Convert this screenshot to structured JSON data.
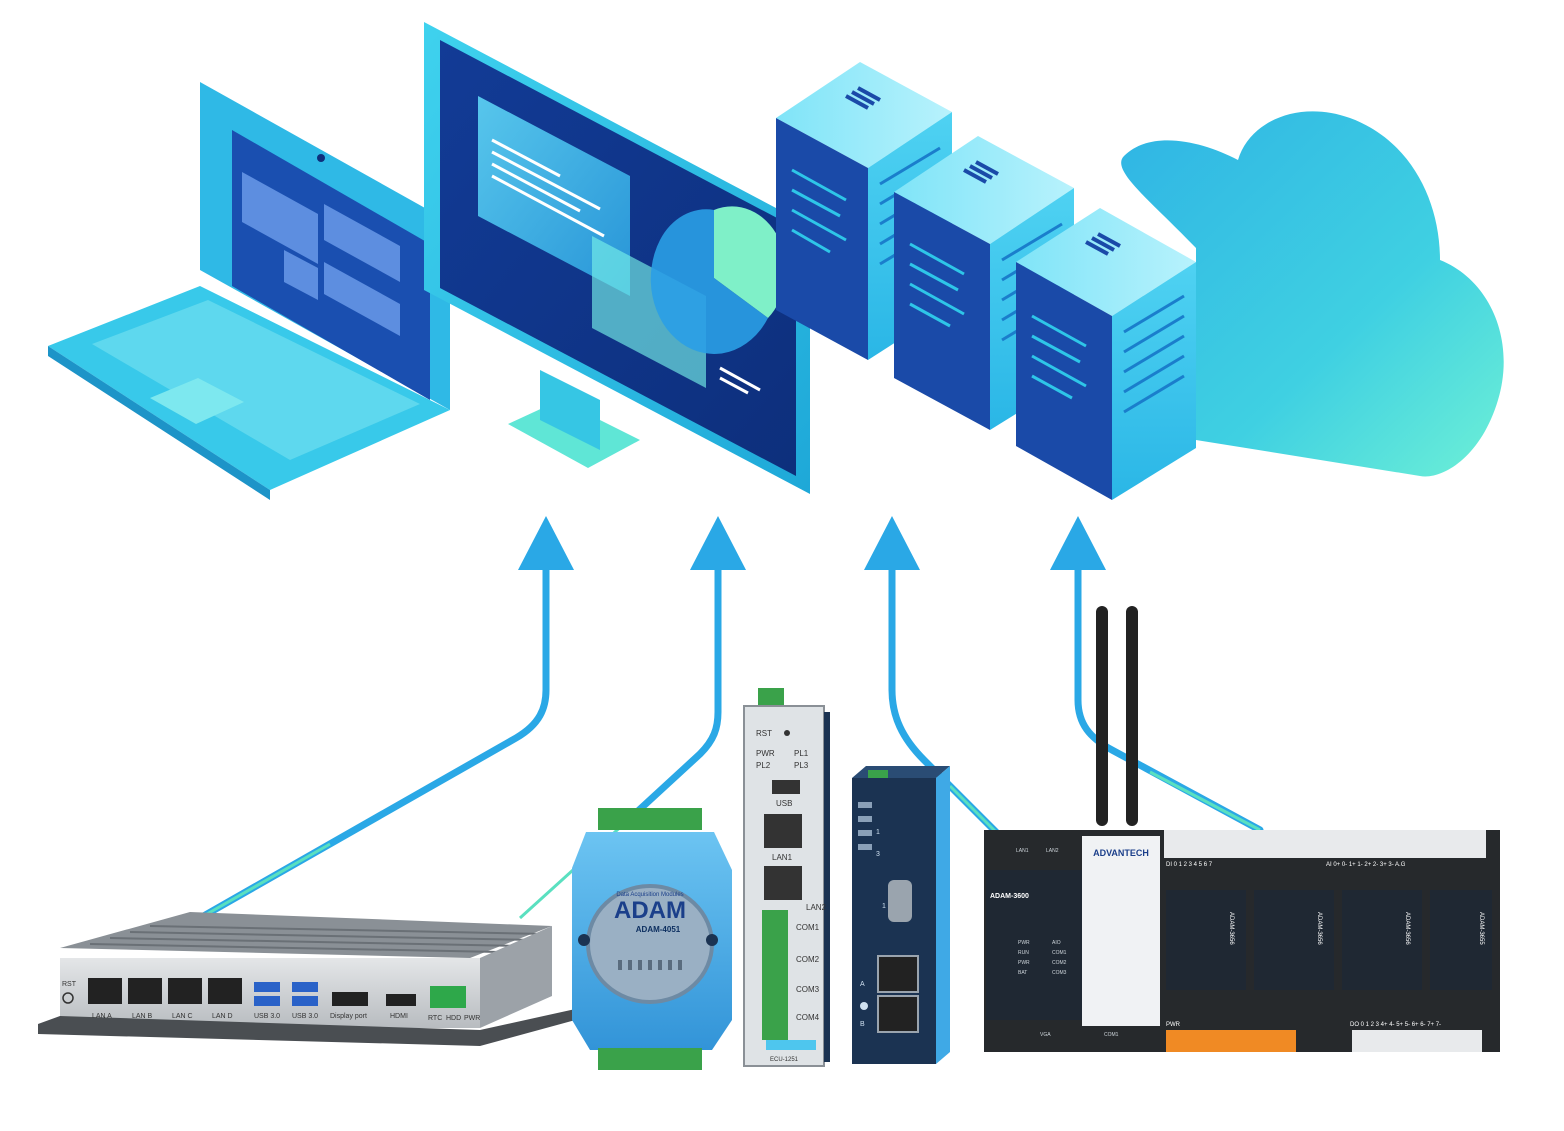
{
  "colors": {
    "screen_dark": "#0f3a8f",
    "screen_mid": "#1a5fc4",
    "cyan": "#2ec6e8",
    "teal": "#5fe6d6",
    "arrow": "#2aa8e6",
    "link": "#5ae0c0",
    "device_dark": "#1b3352",
    "module_blue": "#3fa9e6"
  },
  "ipc": {
    "ports": [
      "LAN A",
      "LAN B",
      "LAN C",
      "LAN D",
      "USB 3.0",
      "USB 3.0",
      "Display port",
      "HDMI"
    ],
    "rst": "RST",
    "leds": [
      "RTC",
      "HDD",
      "PWR"
    ]
  },
  "adam4051": {
    "brand": "ADAM",
    "model": "ADAM-4051",
    "caption": "Data Acquisition Modules"
  },
  "ecu": {
    "rst": "RST",
    "leds": [
      "PWR",
      "PL1",
      "PL2",
      "PL3"
    ],
    "usb": "USB",
    "lan1": "LAN1",
    "lan2": "LAN2",
    "com": [
      "COM1",
      "COM2",
      "COM3",
      "COM4"
    ],
    "model": "ECU-1251"
  },
  "gateway": {
    "ports": [
      "1",
      "3",
      "1"
    ],
    "labels": [
      "A",
      "B"
    ]
  },
  "adam3600": {
    "brand": "ADVANTECH",
    "model": "ADAM-3600",
    "lan": [
      "LAN1",
      "LAN2"
    ],
    "left_labels": [
      "PWR",
      "RUN",
      "PWR",
      "BAT"
    ],
    "mid_labels": [
      "AIO",
      "COM1",
      "COM2",
      "COM3"
    ],
    "ports": [
      "VGA",
      "COM1"
    ],
    "module_names": [
      "ADAM-3656",
      "ADAM-3656",
      "ADAM-3656",
      "ADAM-3655"
    ],
    "di_header": "DI 0 1 2 3 4 5 6 7",
    "ai_header": "AI 0+ 0- 1+ 1- 2+ 2- 3+ 3- A.G",
    "do_header": "DO 0 1 2 3 4+ 4- 5+ 5- 6+ 6- 7+ 7-",
    "pwr": "PWR"
  }
}
